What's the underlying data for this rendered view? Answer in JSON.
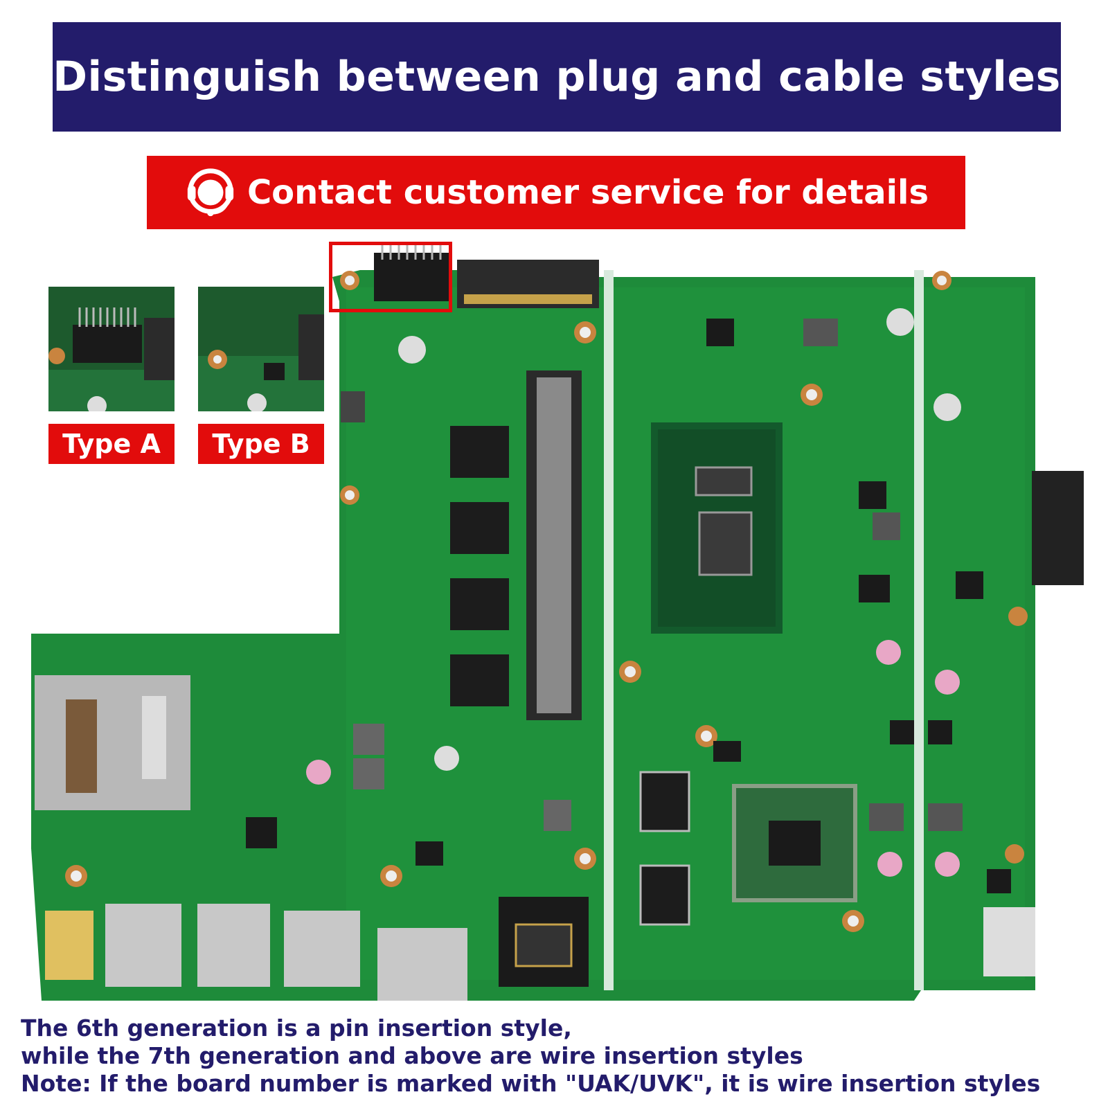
{
  "header": {
    "title": "Distinguish between plug and cable styles"
  },
  "contact": {
    "label": "Contact customer service for details",
    "icon": "headset-icon"
  },
  "types": [
    {
      "label": "Type A"
    },
    {
      "label": "Type B"
    }
  ],
  "notes": {
    "line1": "The 6th generation is a pin insertion style,",
    "line2": "while the 7th generation and above are wire insertion styles",
    "line3": "Note: If the board number is marked with \"UAK/UVK\", it is wire  insertion styles"
  },
  "colors": {
    "navy": "#231c6b",
    "red": "#e20c0c",
    "pcb": "#1f8b3a"
  }
}
